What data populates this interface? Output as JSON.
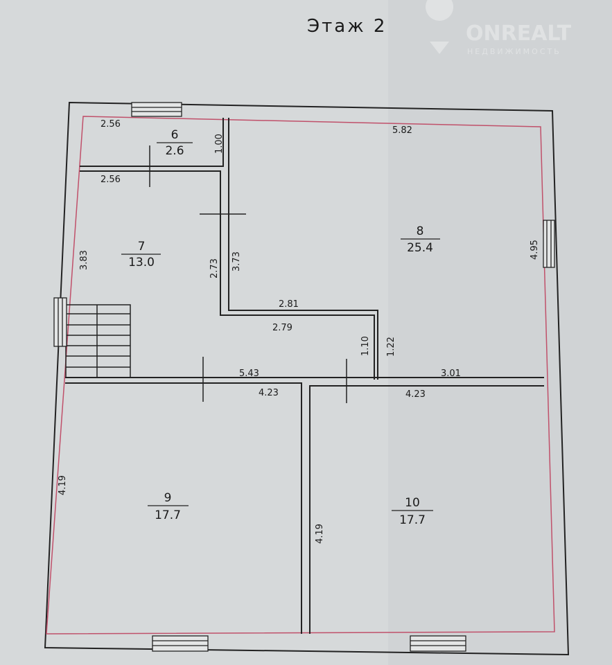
{
  "title": "Этаж 2",
  "watermark": {
    "brand": "ONREALT",
    "subtitle": "НЕДВИЖИМОСТЬ"
  },
  "rooms": [
    {
      "number": "6",
      "area": "2.6"
    },
    {
      "number": "7",
      "area": "13.0"
    },
    {
      "number": "8",
      "area": "25.4"
    },
    {
      "number": "9",
      "area": "17.7"
    },
    {
      "number": "10",
      "area": "17.7"
    }
  ],
  "dimensions": {
    "r6_top": "2.56",
    "r6_bottom": "2.56",
    "r6_side": "1.00",
    "r8_top": "5.82",
    "r8_right": "4.95",
    "r8_left": "3.73",
    "r8_notch_top": "2.81",
    "r8_notch_side": "1.22",
    "r8_bottom": "3.01",
    "r7_left": "3.83",
    "r7_right": "2.73",
    "r7_notch": "2.79",
    "r7_notch_side": "1.10",
    "r7_bottom": "5.43",
    "r9_top": "4.23",
    "r9_left": "4.19",
    "r10_top": "4.23",
    "r10_left": "4.19"
  },
  "colors": {
    "paper": "#d9dcdc",
    "wall": "#222222",
    "outline": "#c0506a"
  }
}
